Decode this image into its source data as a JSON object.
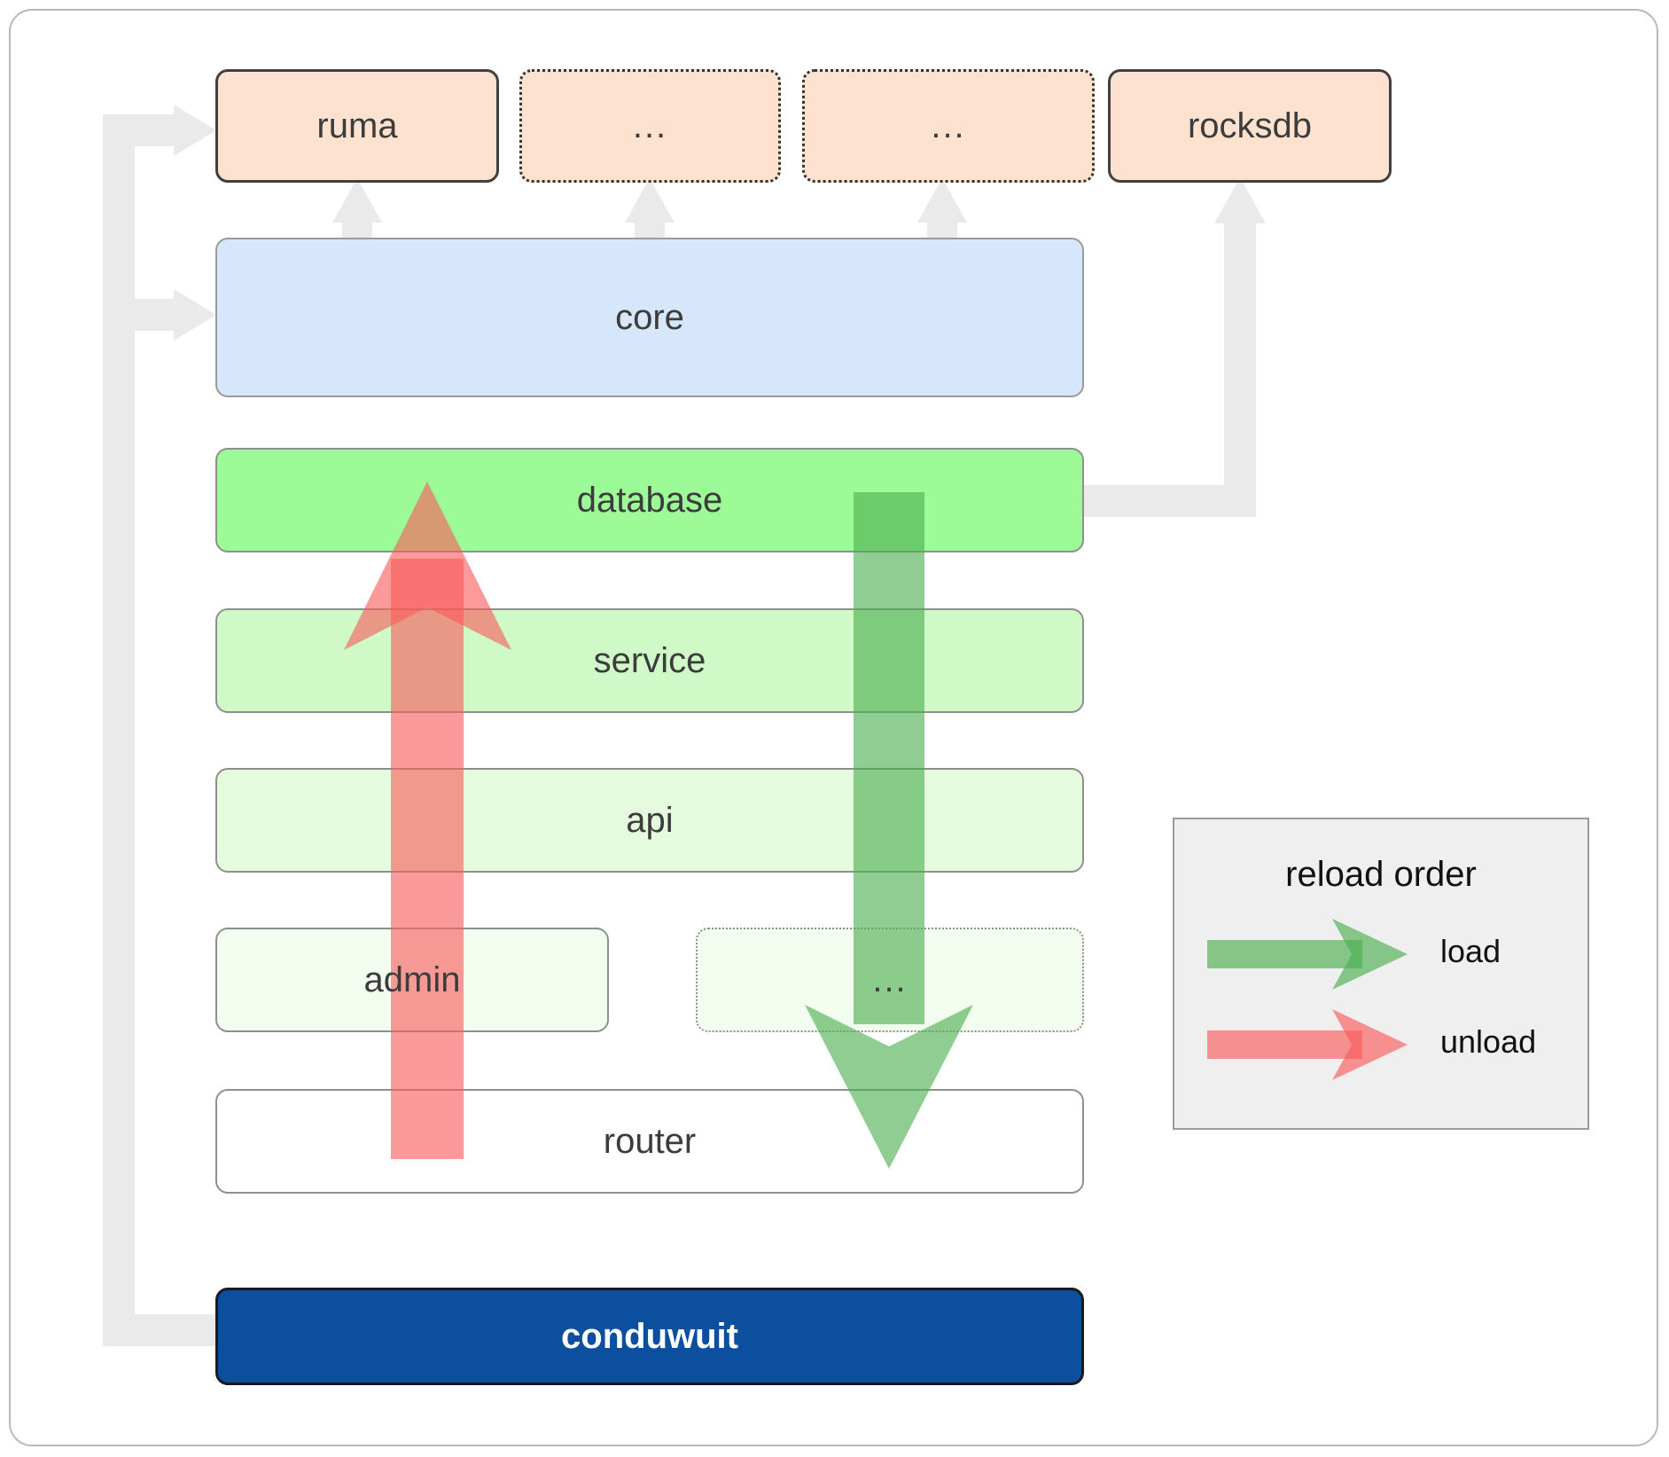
{
  "diagram": {
    "title": "conduwuit crate dependency / reload order diagram",
    "external_crates": [
      {
        "id": "ruma",
        "label": "ruma",
        "style": "solid"
      },
      {
        "id": "ext-ellipsis-1",
        "label": "...",
        "style": "dotted"
      },
      {
        "id": "ext-ellipsis-2",
        "label": "...",
        "style": "dotted"
      },
      {
        "id": "rocksdb",
        "label": "rocksdb",
        "style": "solid"
      }
    ],
    "core": {
      "label": "core"
    },
    "layers": [
      {
        "id": "database",
        "label": "database",
        "color": "#9dfb97",
        "style": "solid"
      },
      {
        "id": "service",
        "label": "service",
        "color": "#cffac7",
        "style": "solid"
      },
      {
        "id": "api",
        "label": "api",
        "color": "#e4fcdd",
        "style": "solid"
      },
      {
        "id": "admin",
        "label": "admin",
        "color": "#f2fdef",
        "style": "solid"
      },
      {
        "id": "layer-ellipsis",
        "label": "...",
        "color": "#f2fdef",
        "style": "dotted"
      },
      {
        "id": "router",
        "label": "router",
        "color": "#ffffff",
        "style": "solid"
      }
    ],
    "binary": {
      "label": "conduwuit"
    },
    "legend": {
      "title": "reload order",
      "items": [
        {
          "id": "load",
          "label": "load",
          "color": "#5aad5e"
        },
        {
          "id": "unload",
          "label": "unload",
          "color": "#fb8f8f"
        }
      ]
    },
    "colors": {
      "external_fill": "#fde2d0",
      "core_fill": "#d6e7fb",
      "binary_fill": "#0b4f9e",
      "load_arrow": "#4caf50",
      "unload_arrow": "#f97c7c",
      "connector": "#eaeaea",
      "legend_bg": "#efefef"
    }
  }
}
